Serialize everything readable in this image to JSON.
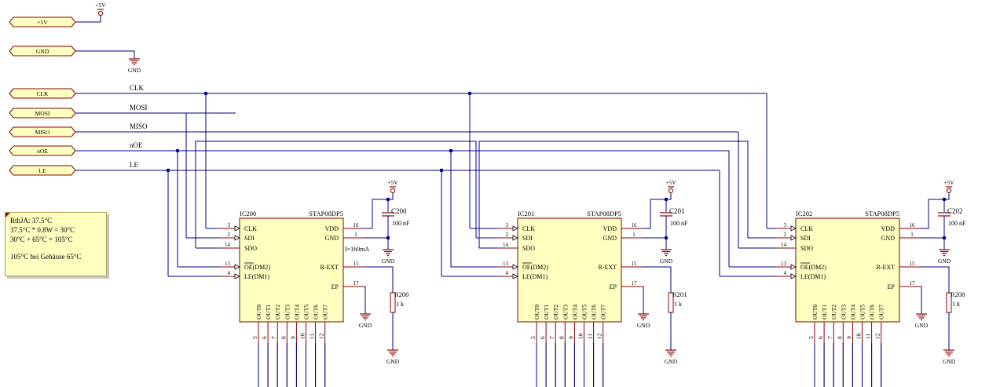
{
  "ports": [
    {
      "label": "+5V"
    },
    {
      "label": "GND"
    },
    {
      "label": "CLK"
    },
    {
      "label": "MOSI"
    },
    {
      "label": "MISO"
    },
    {
      "label": "nOE"
    },
    {
      "label": "LE"
    }
  ],
  "net_labels": [
    "CLK",
    "MOSI",
    "MISO",
    "nOE",
    "LE"
  ],
  "power": {
    "vcc": "+5V",
    "gnd": "GND"
  },
  "chips": [
    {
      "ref": "IC200",
      "part": "STAP08DP5",
      "cap_ref": "C200",
      "cap_val": "100 nF",
      "res_ref": "R200",
      "res_val": "1 k",
      "current": "I=160mA"
    },
    {
      "ref": "IC201",
      "part": "STAP08DP5",
      "cap_ref": "C201",
      "cap_val": "100 nF",
      "res_ref": "R201",
      "res_val": "1 k",
      "current": ""
    },
    {
      "ref": "IC202",
      "part": "STAP08DP5",
      "cap_ref": "C202",
      "cap_val": "100 nF",
      "res_ref": "R208",
      "res_val": "1 k",
      "current": ""
    }
  ],
  "left_pins": [
    {
      "num": "3",
      "name": "CLK"
    },
    {
      "num": "2",
      "name": "SDI"
    },
    {
      "num": "14",
      "name": "SDO"
    },
    {
      "num": "13",
      "name": "OE(DM2)"
    },
    {
      "num": "4",
      "name": "LE(DM1)"
    }
  ],
  "right_pins": [
    {
      "num": "16",
      "name": "VDD"
    },
    {
      "num": "1",
      "name": "GND"
    },
    {
      "num": "15",
      "name": "R-EXT"
    },
    {
      "num": "17",
      "name": "EP"
    }
  ],
  "outputs": [
    "OUT0",
    "OUT1",
    "OUT2",
    "OUT3",
    "OUT4",
    "OUT5",
    "OUT6",
    "OUT7"
  ],
  "output_pins": [
    "5",
    "6",
    "7",
    "8",
    "9",
    "10",
    "11",
    "12"
  ],
  "note": {
    "line1": "RthJA: 37.5°C",
    "line2": "37.5°C * 0.8W = 30°C",
    "line3": "30°C + 65°C = 105°C",
    "line4": "105°C bei Gehäuse 65°C"
  }
}
